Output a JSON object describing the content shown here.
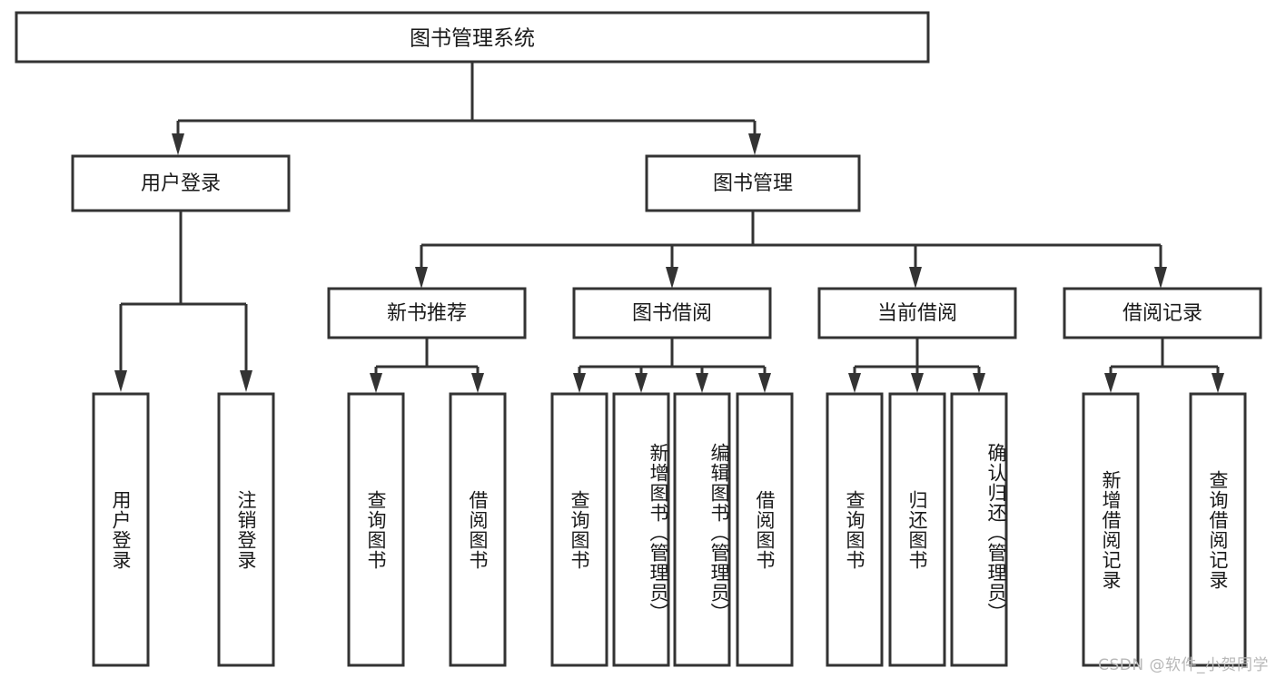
{
  "diagram": {
    "type": "hierarchy-tree",
    "title": "图书管理系统",
    "watermark": "CSDN @软件_小贺同学",
    "colors": {
      "stroke": "#333333",
      "box_fill": "#ffffff",
      "text": "#1a1a1a",
      "background": "#ffffff",
      "watermark": "#b8b8b8"
    },
    "root": {
      "label": "图书管理系统"
    },
    "level2": [
      {
        "label": "用户登录"
      },
      {
        "label": "图书管理"
      }
    ],
    "level3": [
      {
        "label": "新书推荐"
      },
      {
        "label": "图书借阅"
      },
      {
        "label": "当前借阅"
      },
      {
        "label": "借阅记录"
      }
    ],
    "leaves": {
      "user_login": [
        {
          "label": "用户登录"
        },
        {
          "label": "注销登录"
        }
      ],
      "new_book_recommend": [
        {
          "label": "查询图书"
        },
        {
          "label": "借阅图书"
        }
      ],
      "book_borrow": [
        {
          "label": "查询图书"
        },
        {
          "label": "新增图书（管理员）"
        },
        {
          "label": "编辑图书（管理员）"
        },
        {
          "label": "借阅图书"
        }
      ],
      "current_borrow": [
        {
          "label": "查询图书"
        },
        {
          "label": "归还图书"
        },
        {
          "label": "确认归还（管理员）"
        }
      ],
      "borrow_record": [
        {
          "label": "新增借阅记录"
        },
        {
          "label": "查询借阅记录"
        }
      ]
    }
  }
}
